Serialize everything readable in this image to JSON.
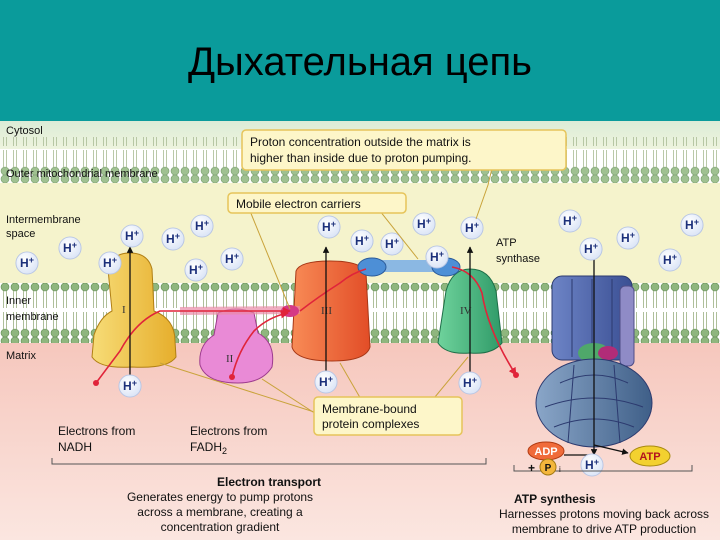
{
  "title": "Дыхательная цепь",
  "regions": {
    "cytosol": "Cytosol",
    "outer_membrane": "Outer mitochondrial membrane",
    "intermembrane": [
      "Intermembrane",
      "space"
    ],
    "inner_membrane": [
      "Inner",
      "membrane"
    ],
    "matrix": "Matrix"
  },
  "complexes": {
    "c1": "I",
    "c2": "II",
    "c3": "III",
    "c4": "IV"
  },
  "atp_synthase_label": [
    "ATP",
    "synthase"
  ],
  "callouts": {
    "proton": [
      "Proton concentration outside the matrix is",
      "higher than inside due to proton pumping."
    ],
    "mobile": "Mobile electron carriers",
    "membrane_bound": [
      "Membrane-bound",
      "protein complexes"
    ]
  },
  "sources": {
    "nadh": [
      "Electrons from",
      "NADH"
    ],
    "fadh": [
      "Electrons from",
      "FADH",
      "2"
    ]
  },
  "h_ion": {
    "symbol": "H",
    "charge": "+"
  },
  "molecules": {
    "adp": "ADP",
    "plus": "+",
    "p": "P",
    "p_sub": "i",
    "atp": "ATP"
  },
  "electron_transport": {
    "title": "Electron transport",
    "desc": [
      "Generates energy to pump protons",
      "across a membrane, creating a",
      "concentration gradient"
    ]
  },
  "atp_synthesis": {
    "title": "ATP synthesis",
    "desc": [
      "Harnesses protons moving back across",
      "membrane to drive ATP production"
    ]
  },
  "colors": {
    "title_bar": "#0a9b9b",
    "membrane_head": "#8fb67e",
    "complex_I": "#f0c64a",
    "complex_II": "#e98ad6",
    "complex_III": "#f26a3a",
    "complex_IV": "#43b77e",
    "atp_synthase": "#5e7fa8",
    "callout_fill": "#fdf6c9",
    "callout_stroke": "#e6c45a"
  }
}
